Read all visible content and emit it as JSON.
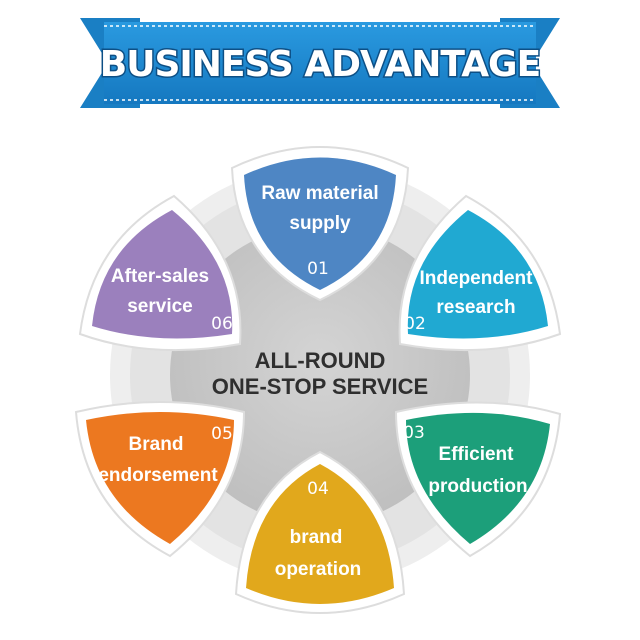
{
  "banner": {
    "title": "BUSINESS ADVANTAGE"
  },
  "center": {
    "line1": "ALL-ROUND",
    "line2": "ONE-STOP SERVICE"
  },
  "segments": [
    {
      "num": "01",
      "line1": "Raw material",
      "line2": "supply",
      "color": "#4e86c4"
    },
    {
      "num": "02",
      "line1": "Independent",
      "line2": "research",
      "color": "#20a9d2"
    },
    {
      "num": "03",
      "line1": "Efficient",
      "line2": "production",
      "color": "#1c9f7a"
    },
    {
      "num": "04",
      "line1": "brand",
      "line2": "operation",
      "color": "#e1a81c"
    },
    {
      "num": "05",
      "line1": "Brand",
      "line2": "endorsement",
      "color": "#ec7820"
    },
    {
      "num": "06",
      "line1": "After-sales",
      "line2": "service",
      "color": "#9b80bd"
    }
  ],
  "colors": {
    "banner": "#1f8ad2",
    "banner_dark": "#0f5f9c",
    "ring": "#e8e8e8",
    "hub": "#c9c9c9"
  }
}
